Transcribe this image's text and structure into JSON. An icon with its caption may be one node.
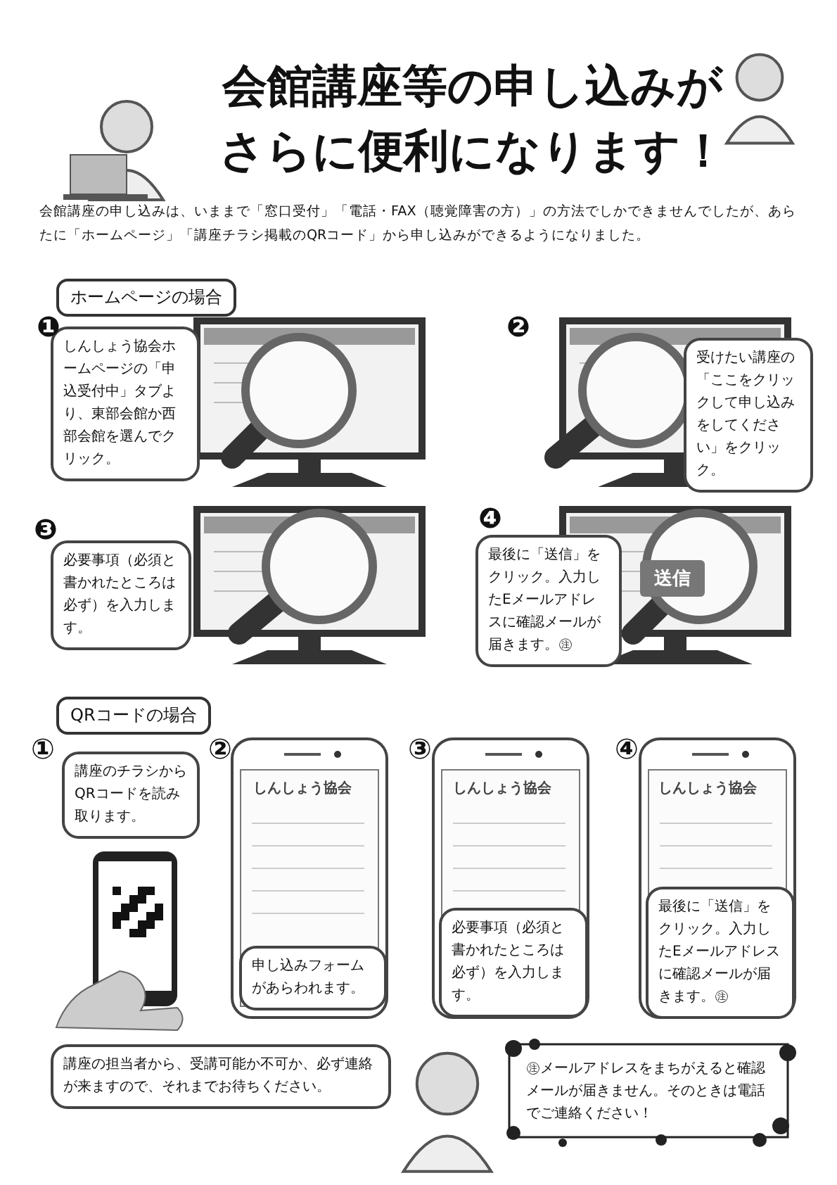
{
  "diagram": {
    "title": "会館講座等の申し込みがさらに便利になります！",
    "nodes": [
      {
        "text": [
          "ホームページの場合"
        ]
      },
      {
        "text": [
          "しんしょう協会ホームページの「申込受付中」タブより、東部会館か西部会館を選んでクリック。"
        ]
      },
      {
        "text": [
          "受けたい講座の「ここをクリックして申し込みをしてください」をクリック。"
        ]
      },
      {
        "text": [
          "必要事項（必須と書かれたところは必ず）を入力します。"
        ]
      },
      {
        "text": [
          "最後に「送信」をクリック。入力したEメールアドレスに確認メールが届きます。㊟"
        ]
      },
      {
        "text": [
          "QRコードの場合"
        ]
      },
      {
        "text": [
          "講座のチラシからQRコードを読み取ります。"
        ]
      },
      {
        "text": [
          "申し込みフォームがあらわれます。"
        ]
      },
      {
        "text": [
          "必要事項（必須と書かれたところは必ず）を入力します。"
        ]
      },
      {
        "text": [
          "最後に「送信」をクリック。入力したEメールアドレスに確認メールが届きます。㊟"
        ]
      },
      {
        "text": [
          "講座の担当者から、受講可能か不可か、必ず連絡が来ますので、それまでお待ちください。"
        ]
      },
      {
        "text": [
          "㊟メールアドレスをまちがえると確認メールが届きません。そのときは電話でご連絡ください！"
        ]
      }
    ],
    "labels": [
      "会館講座の申し込みは、いままで「窓口受付」「電話・FAX（聴覚障害の方）」の方法でしかできませんでしたが、あらたに「ホームページ」「講座チラシ掲載のQRコード」から申し込みができるようになりました。",
      "❶",
      "❷",
      "❸",
      "❹",
      "送信",
      "①",
      "②",
      "③",
      "④",
      "しんしょう協会",
      "しんしょう協会",
      "しんしょう協会"
    ]
  }
}
